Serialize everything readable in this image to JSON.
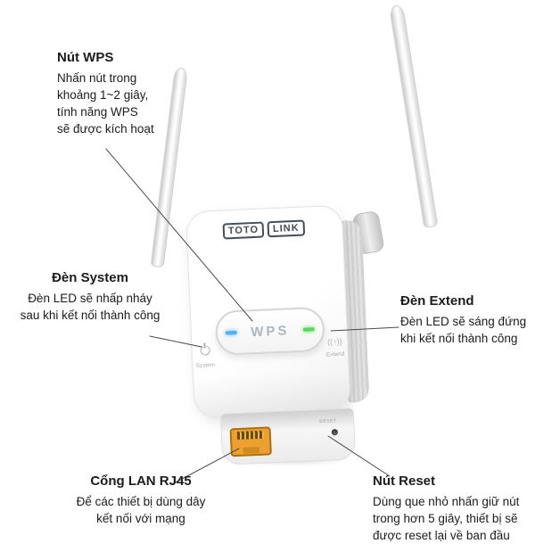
{
  "colors": {
    "lan_port_orange": "#ED9F2F",
    "led_blue": "#4DB2FF",
    "led_green": "#57D95E",
    "device_body": "#FFFFFF",
    "annotation_text": "#1C1C1C",
    "leader_line": "#4A4A4A"
  },
  "device": {
    "brand_left": "TOTO",
    "brand_right": "LINK",
    "wps_button_label": "WPS",
    "system_led_label": "System",
    "extend_led_label": "Extend",
    "extend_icon": "((↑))",
    "reset_port_label": "RESET"
  },
  "annotations": {
    "wps": {
      "title": "Nút WPS",
      "body": "Nhấn nút trong\nkhoảng 1~2 giây,\ntính năng WPS\nsẽ được kích hoạt"
    },
    "system": {
      "title": "Đèn System",
      "body": "Đèn LED sẽ nhấp nháy\nsau khi kết nối thành công"
    },
    "extend": {
      "title": "Đèn Extend",
      "body": "Đèn LED sẽ sáng đứng\nkhi kết nối thành công"
    },
    "lan": {
      "title": "Cổng LAN RJ45",
      "body": "Để các thiết bị dùng dây\nkết nối với mạng"
    },
    "reset": {
      "title": "Nút Reset",
      "body": "Dùng que nhỏ nhấn giữ nút\ntrong hơn 5 giây, thiết bị sẽ\nđược reset lại về ban đầu"
    }
  }
}
